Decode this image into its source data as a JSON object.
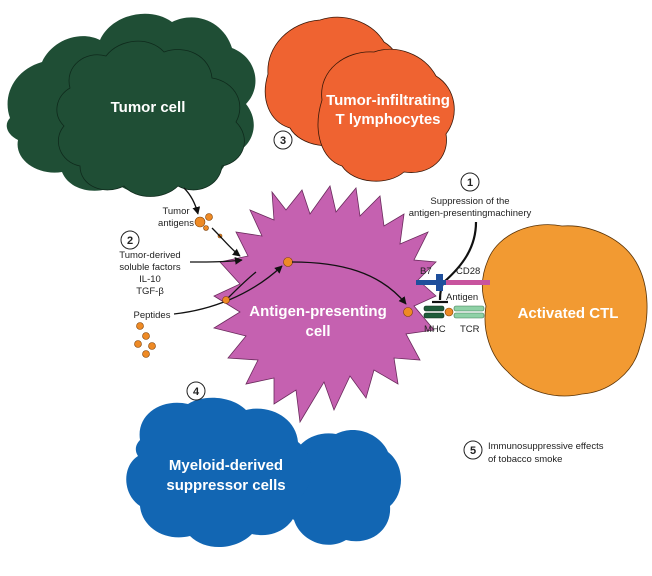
{
  "colors": {
    "tumor": "#1f4e35",
    "til": "#ef6331",
    "apc": "#c561b0",
    "ctl": "#f29a32",
    "mdsc": "#1266b3",
    "antigen": "#ee8a25",
    "b7": "#1f4f9c",
    "cd28": "#c8549e",
    "mhc": "#1e5c3a",
    "tcr": "#8fd1a6"
  },
  "cells": {
    "tumor": "Tumor cell",
    "til_line1": "Tumor-infiltrating",
    "til_line2": "T lymphocytes",
    "apc_line1": "Antigen-presenting",
    "apc_line2": "cell",
    "ctl": "Activated CTL",
    "mdsc_line1": "Myeloid-derived",
    "mdsc_line2": "suppressor cells"
  },
  "labels": {
    "tumor_antigens_1": "Tumor",
    "tumor_antigens_2": "antigens",
    "soluble_1": "Tumor-derived",
    "soluble_2": "soluble factors",
    "il10": "IL-10",
    "tgfb": "TGF-β",
    "peptides": "Peptides",
    "suppression_1": "Suppression of the",
    "suppression_2": "antigen-presentingmachinery",
    "b7": "B7",
    "cd28": "CD28",
    "antigen": "Antigen",
    "mhc": "MHC",
    "tcr": "TCR",
    "tobacco_1": "Immunosuppressive effects",
    "tobacco_2": "of tobacco smoke"
  },
  "markers": {
    "m1": "1",
    "m2": "2",
    "m3": "3",
    "m4": "4",
    "m5": "5"
  }
}
